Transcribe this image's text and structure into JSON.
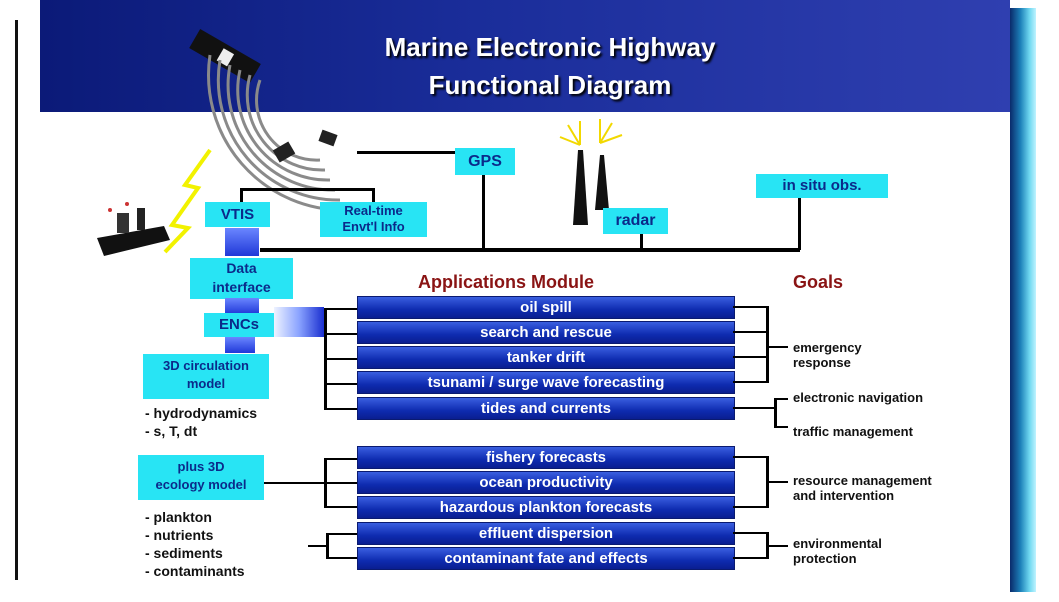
{
  "title": {
    "line1": "Marine Electronic Highway",
    "line2": "Functional Diagram"
  },
  "sources": {
    "gps": "GPS",
    "insitu": "in situ obs.",
    "vtis": "VTIS",
    "realtime": "Real-time\nEnvt'l Info",
    "radar": "radar"
  },
  "left": {
    "data_interface": "Data\ninterface",
    "encs": "ENCs",
    "circulation": "3D circulation\nmodel",
    "circulation_list": [
      "- hydrodynamics",
      "- s, T, dt"
    ],
    "ecology": "plus 3D\necology model",
    "ecology_list": [
      "- plankton",
      "- nutrients",
      "- sediments",
      "- contaminants"
    ]
  },
  "headers": {
    "applications": "Applications Module",
    "goals": "Goals"
  },
  "applications": [
    "oil spill",
    "search and rescue",
    "tanker drift",
    "tsunami / surge wave forecasting",
    "tides and currents",
    "fishery forecasts",
    "ocean productivity",
    "hazardous plankton forecasts",
    "effluent dispersion",
    "contaminant fate and effects"
  ],
  "goals": {
    "emergency": "emergency\nresponse",
    "navigation": "electronic navigation",
    "traffic": "traffic management",
    "resource": "resource management\nand intervention",
    "environmental": "environmental\nprotection"
  },
  "colors": {
    "title_band": "#1a2d9a",
    "cyan_box": "#28e4f4",
    "app_box": "#0e2bb0",
    "header_red": "#8a1414"
  }
}
